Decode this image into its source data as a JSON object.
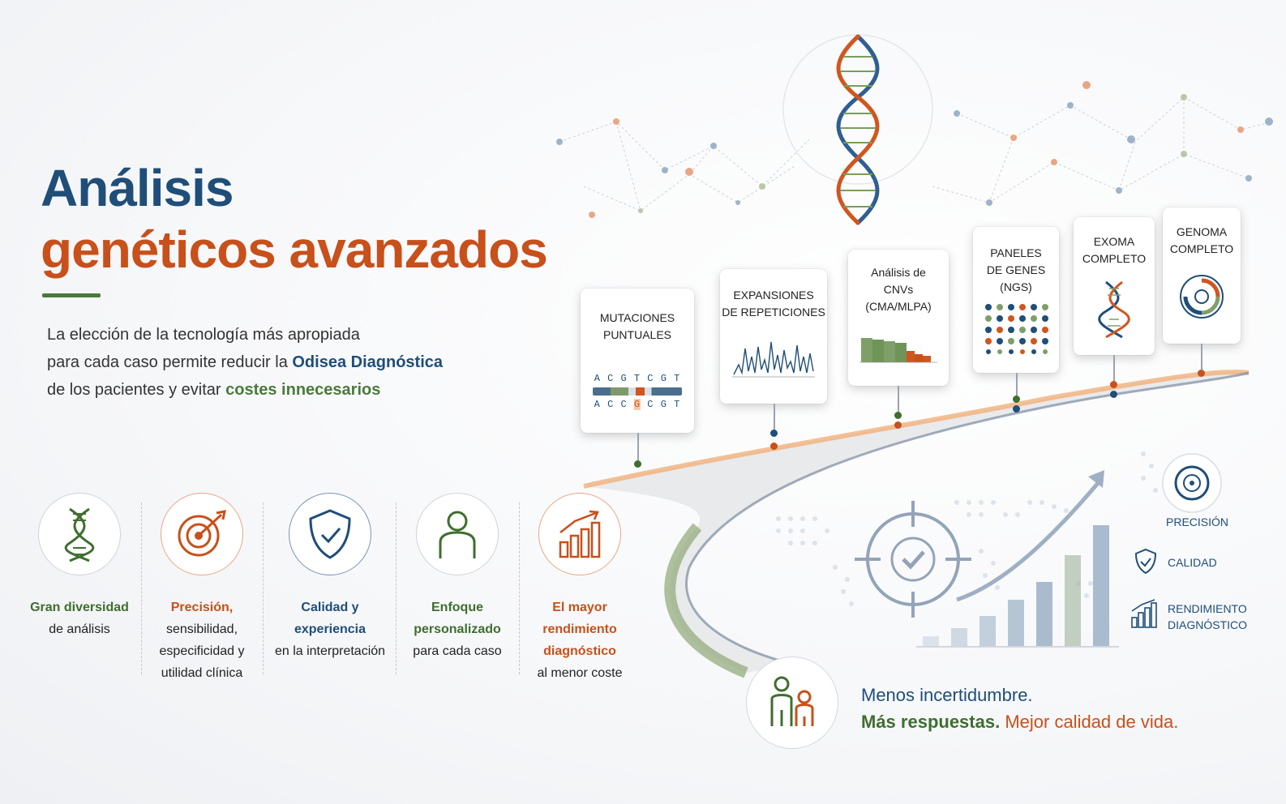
{
  "title": {
    "line1": "Análisis",
    "line2": "genéticos avanzados"
  },
  "intro": {
    "line1": "La elección de la tecnología más apropiada",
    "line2_prefix": "para cada caso permite reducir la ",
    "line2_highlight": "Odisea Diagnóstica",
    "line3_prefix": "de los pacientes y evitar ",
    "line3_highlight": "costes innecesarios"
  },
  "cards": [
    {
      "title_l1": "MUTACIONES",
      "title_l2": "PUNTUALES",
      "seq_top": "A C G T C G T",
      "seq_bottom_a": "A C C ",
      "seq_bottom_g": "G",
      "seq_bottom_b": " C G T",
      "marker": "G"
    },
    {
      "title_l1": "EXPANSIONES",
      "title_l2": "DE REPETICIONES"
    },
    {
      "title_l1": "Análisis de",
      "title_l2": "CNVs",
      "title_l3": "(CMA/MLPA)"
    },
    {
      "title_l1": "PANELES",
      "title_l2": "DE GENES",
      "title_l3": "(NGS)"
    },
    {
      "title_l1": "EXOMA",
      "title_l2": "COMPLETO"
    },
    {
      "title_l1": "GENOMA",
      "title_l2": "COMPLETO"
    }
  ],
  "features": [
    {
      "bold": "Gran diversidad",
      "rest1": "de análisis",
      "rest2": "",
      "rest3": "",
      "color": "#3f6e2f",
      "icon": "dna-icon"
    },
    {
      "bold": "Precisión,",
      "rest1": "sensibilidad,",
      "rest2": "especificidad y",
      "rest3": "utilidad clínica",
      "color": "#c8501a",
      "icon": "target-icon"
    },
    {
      "bold": "Calidad y",
      "bold2": "experiencia",
      "rest1": "en la interpretación",
      "color": "#1f4e79",
      "icon": "shield-check-icon"
    },
    {
      "bold": "Enfoque",
      "bold2": "personalizado",
      "rest1": "para cada caso",
      "color": "#3f6e2f",
      "icon": "person-icon"
    },
    {
      "bold": "El mayor",
      "bold2": "rendimiento",
      "bold3": "diagnóstico",
      "rest1": "al menor coste",
      "color": "#c8501a",
      "icon": "growth-chart-icon"
    }
  ],
  "side": {
    "precision": "PRECISIÓN",
    "calidad": "CALIDAD",
    "rendimiento_l1": "RENDIMIENTO",
    "rendimiento_l2": "DIAGNÓSTICO"
  },
  "tagline": {
    "line1": "Menos incertidumbre.",
    "line2_green": "Más respuestas.",
    "line2_orange": "Mejor calidad de vida."
  },
  "colors": {
    "navy": "#1f4e79",
    "orange": "#c8501a",
    "green": "#3f6e2f"
  }
}
